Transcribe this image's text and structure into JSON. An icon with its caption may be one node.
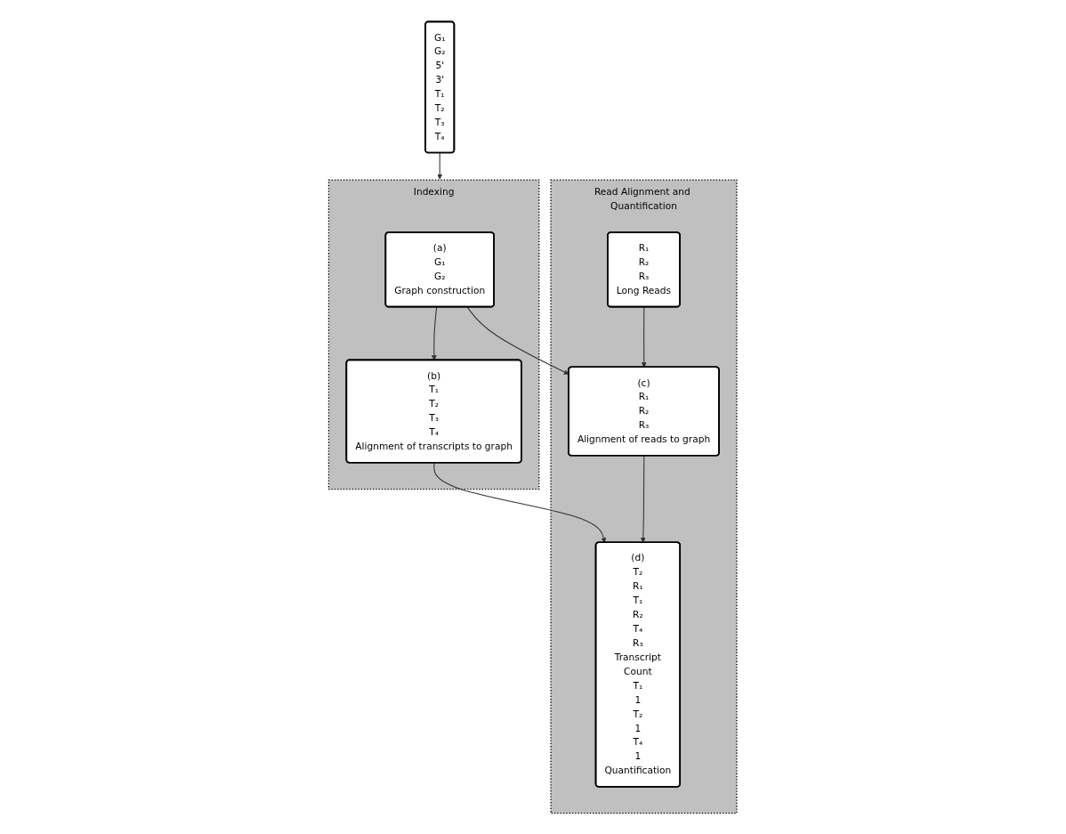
{
  "diagram": {
    "nodes": [
      {
        "text": [
          "G₁",
          "G₂",
          "5'",
          "3'",
          "T₁",
          "T₂",
          "T₃",
          "T₄"
        ]
      },
      {
        "text": [
          "Indexing"
        ]
      },
      {
        "text": [
          "(a)",
          "G₁",
          "G₂",
          "Graph construction"
        ],
        "in": 1
      },
      {
        "text": [
          "(b)",
          "T₁",
          "T₂",
          "T₃",
          "T₄",
          "Alignment of transcripts to graph"
        ],
        "in": 1
      },
      {
        "text": [
          "Read Alignment and Quantification"
        ]
      },
      {
        "text": [
          "R₁",
          "R₂",
          "R₃",
          "Long Reads"
        ],
        "in": 4
      },
      {
        "text": [
          "(c)",
          "R₁",
          "R₂",
          "R₃",
          "Alignment of reads to graph"
        ],
        "in": 4
      },
      {
        "text": [
          "(d)",
          "T₂",
          "R₁",
          "T₁",
          "R₂",
          "T₄",
          "R₃",
          "Transcript",
          "Count",
          "T₁",
          "1",
          "T₂",
          "1",
          "T₄",
          "1",
          "Quantification"
        ],
        "in": 4
      }
    ],
    "edges": [
      {
        "from": 0,
        "to": 1,
        "arrow": "to"
      },
      {
        "from": 2,
        "to": 3,
        "arrow": "to"
      },
      {
        "from": 2,
        "to": 6,
        "arrow": "to"
      },
      {
        "from": 3,
        "to": 7,
        "arrow": "to"
      },
      {
        "from": 5,
        "to": 6,
        "arrow": "to"
      },
      {
        "from": 6,
        "to": 7,
        "arrow": "to"
      }
    ]
  }
}
